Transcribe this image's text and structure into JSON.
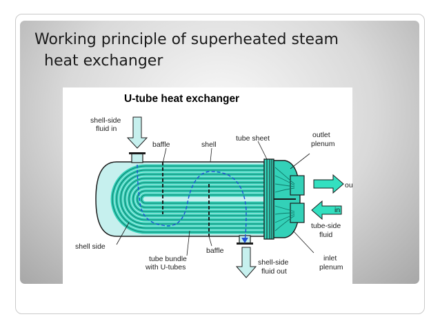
{
  "slide": {
    "title_line1": "Working principle of superheated steam",
    "title_line2": "heat exchanger"
  },
  "diagram": {
    "title": "U-tube heat exchanger",
    "labels": {
      "shell_side_fluid_in_1": "shell-side",
      "shell_side_fluid_in_2": "fluid in",
      "baffle_top": "baffle",
      "shell": "shell",
      "tube_sheet": "tube sheet",
      "outlet_plenum_1": "outlet",
      "outlet_plenum_2": "plenum",
      "out": "out",
      "in": "in",
      "tube_side_fluid_1": "tube-side",
      "tube_side_fluid_2": "fluid",
      "shell_side": "shell side",
      "baffle_bottom": "baffle",
      "tube_bundle_1": "tube bundle",
      "tube_bundle_2": "with U-tubes",
      "shell_side_fluid_out_1": "shell-side",
      "shell_side_fluid_out_2": "fluid out",
      "inlet_plenum_1": "inlet",
      "inlet_plenum_2": "plenum"
    },
    "colors": {
      "shell_fill": "#c6f0ee",
      "tube_fill": "#33d1b8",
      "tube_line": "#0e7a6a",
      "arrow_fill": "#33e0c0",
      "flow_path": "#1f4fd8",
      "outline": "#1a1a1a"
    }
  }
}
